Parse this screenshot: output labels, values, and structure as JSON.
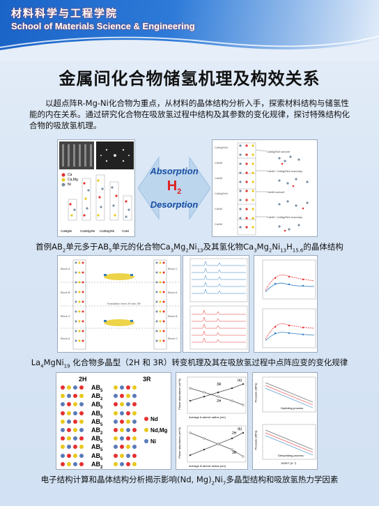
{
  "header": {
    "school_cn": "材料科学与工程学院",
    "school_en": "School of Materials Science & Engineering"
  },
  "title": "金属间化合物储氢机理及构效关系",
  "intro": "以超点阵R-Mg-Ni化合物为重点，从材料的晶体结构分析入手，探索材料结构与储氢性能的内在关系。通过研究化合物在吸放氢过程中结构及其参数的变化规律，探讨特殊结构化合物的吸放氢机理。",
  "section1": {
    "absorption": "Absorption",
    "desorption": "Desorption",
    "h2": "H",
    "h2_sub": "2",
    "legend": [
      "Ca",
      "Ca,Mg",
      "Ni"
    ],
    "cell_labels": [
      "CaMgNi",
      "Ca2Mg2Ni",
      "Ca3Mg2Ni",
      "CaNi"
    ],
    "caption": {
      "p1": "首例AB",
      "s1": "2",
      "p2": "单元多于AB",
      "s2": "5",
      "p3": "单元的化合物Ca",
      "s3": "3",
      "p4": "Mg",
      "s4": "2",
      "p5": "Ni",
      "s5": "13",
      "p6": "及其氢化物Ca",
      "s6": "3",
      "p7": "Mg",
      "s7": "2",
      "p8": "Ni",
      "s8": "13",
      "p9": "H",
      "s9": "15.6",
      "p10": "的晶体结构"
    }
  },
  "section2": {
    "caption": {
      "p1": "La",
      "s1": "4",
      "p2": "MgNi",
      "s2": "19",
      "p3": " 化合物多晶型（2H 和 3R）转变机理及其在吸放氢过程中点阵应变的变化规律"
    }
  },
  "section3": {
    "legend": [
      "Nd",
      "Nd,Mg",
      "Ni"
    ],
    "stack_2h": "2H",
    "stack_3r": "3R",
    "ab_labels": [
      "AB5",
      "AB2",
      "AB5",
      "AB5",
      "AB5",
      "AB2",
      "AB5",
      "AB5",
      "AB5",
      "AB2"
    ],
    "plot_a_label": "(a)",
    "plot_b_label": "(b)",
    "plot_3r": "3R",
    "plot_2h": "2H",
    "xlabel_a": "Average A-atomic radius (nm)",
    "xlabel_b": "Average B-atomic radius (nm)",
    "ylabel": "Phase abundance (wt.%)",
    "hyd_label": "Hydriding process",
    "dehyd_label": "Dehydriding process",
    "ylabel_p": "Pressure (MPa)",
    "xlabel_p": "1000/T (K⁻¹)",
    "caption": {
      "p1": "电子结构计算和晶体结构分析揭示影响(Nd, Mg)",
      "s1": "2",
      "p2": "Ni",
      "s2": "7",
      "p3": "多晶型结构和吸放氢热力学因素"
    }
  },
  "colors": {
    "header_blue": "#1a63c7",
    "arrow_blue": "#bcd6ee",
    "h2_red": "#e02020",
    "absorb_blue": "#1b4fa3"
  }
}
